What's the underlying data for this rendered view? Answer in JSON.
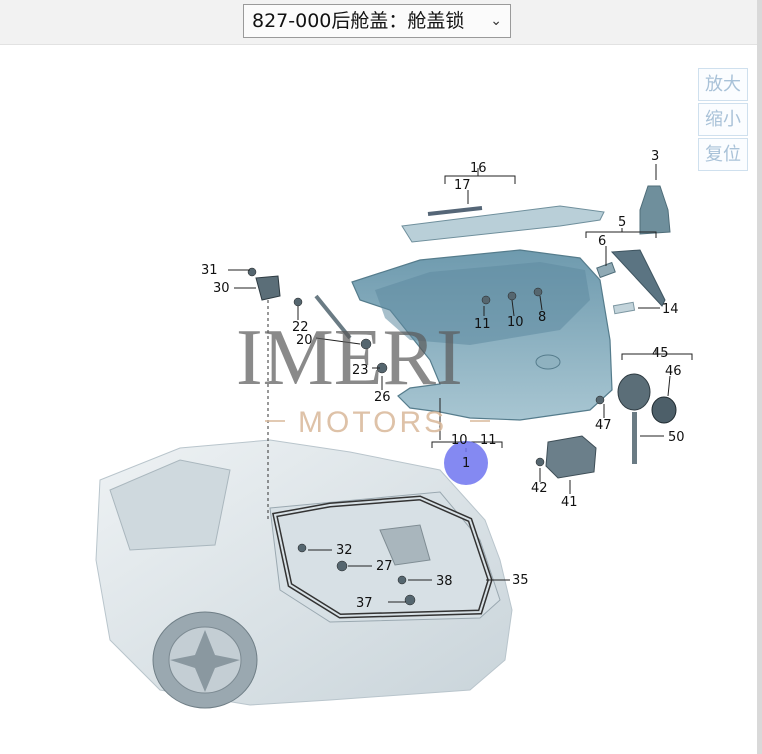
{
  "toolbar": {
    "selected_part": "827-000后舱盖：舱盖锁"
  },
  "zoom_controls": {
    "zoom_in": "放大",
    "zoom_out": "缩小",
    "reset": "复位"
  },
  "watermark": {
    "brand": "IMERI",
    "sub": "MOTORS"
  },
  "callouts": {
    "c1": "1",
    "c3": "3",
    "c5": "5",
    "c6": "6",
    "c8": "8",
    "c10a": "10",
    "c10b": "10",
    "c11a": "11",
    "c11b": "11",
    "c14": "14",
    "c16": "16",
    "c17": "17",
    "c20": "20",
    "c22": "22",
    "c23": "23",
    "c26": "26",
    "c27": "27",
    "c30": "30",
    "c31": "31",
    "c32": "32",
    "c35": "35",
    "c37": "37",
    "c38": "38",
    "c41": "41",
    "c42": "42",
    "c45": "45",
    "c46": "46",
    "c47": "47",
    "c50": "50"
  },
  "colors": {
    "highlight": "#6f74f0",
    "tailgate": "#7aa6b8",
    "car_body": "#dfe6ea"
  }
}
